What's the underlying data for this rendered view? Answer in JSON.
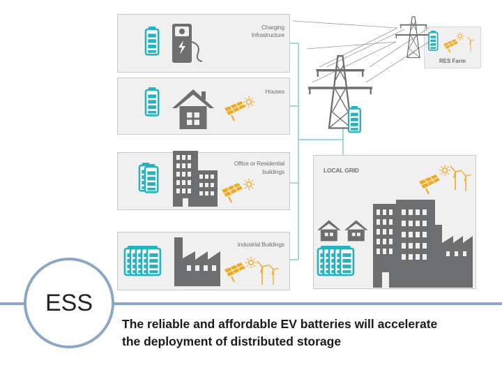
{
  "panels": {
    "charging": "Charging Infrastructure",
    "houses": "Houses",
    "office_line1": "Office or Residential",
    "office_line2": "buildings",
    "industrial": "Industrial Buildings"
  },
  "res_farm": "RES Farm",
  "local_grid": "LOCAL GRID",
  "ess_label": "ESS",
  "caption_line1": "The reliable and affordable EV batteries will accelerate",
  "caption_line2": "the deployment of distributed storage",
  "colors": {
    "battery": "#26b2be",
    "building": "#6d6e70",
    "solar": "#f2a922",
    "panel_bg": "#f0f0f1",
    "connector": "#7fcad3",
    "ess_ring": "#8aa7c6"
  },
  "icons": [
    "battery-icon",
    "charging-station-icon",
    "house-icon",
    "solar-panel-icon",
    "sun-icon",
    "office-building-icon",
    "factory-icon",
    "wind-turbine-icon",
    "power-pylon-icon"
  ]
}
